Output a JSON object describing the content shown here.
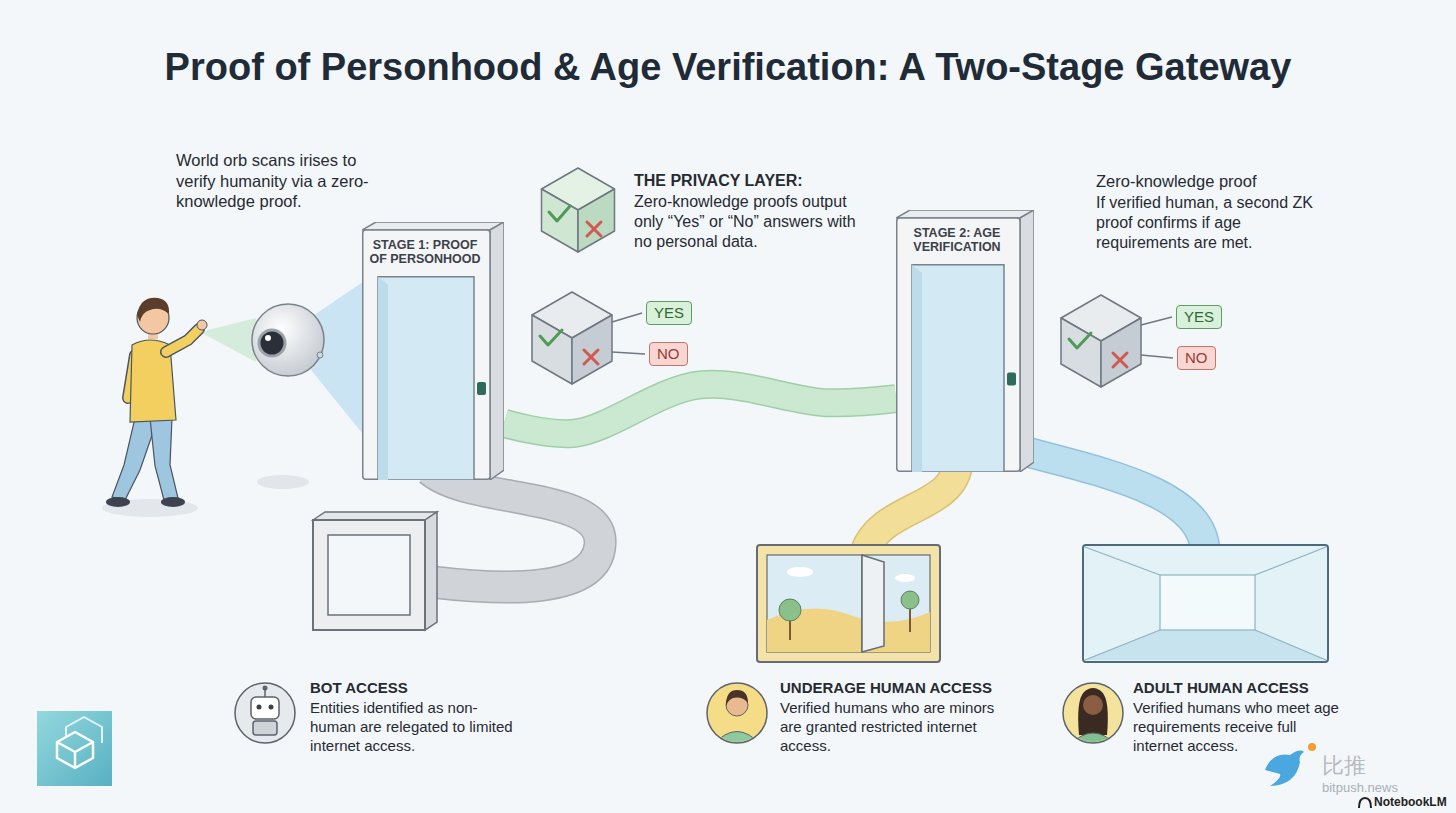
{
  "diagram": {
    "title": "Proof of Personhood & Age Verification: A Two-Stage Gateway",
    "nodes": [
      {
        "text": [
          "STAGE 1: PROOF OF PERSONHOOD"
        ]
      },
      {
        "text": [
          "YES"
        ]
      },
      {
        "text": [
          "NO"
        ]
      },
      {
        "text": [
          "STAGE 2: AGE VERIFICATION"
        ]
      },
      {
        "text": [
          "YES"
        ]
      },
      {
        "text": [
          "NO"
        ]
      }
    ],
    "edges": [
      {
        "from": 0,
        "to": 3,
        "arrow": "none"
      }
    ],
    "labels": [
      "World orb scans irises to verify humanity via a zero-knowledge proof.",
      "THE PRIVACY LAYER:",
      "Zero-knowledge proofs output only “Yes” or “No” answers with no personal data.",
      "Zero-knowledge proof",
      "If verified human, a second ZK proof confirms if age requirements are met.",
      "BOT ACCESS",
      "Entities identified as non-human are relegated to limited internet access.",
      "UNDERAGE HUMAN ACCESS",
      "Verified humans who are minors are granted restricted internet access.",
      "ADULT HUMAN ACCESS",
      "Verified humans who meet age requirements receive full internet access.",
      "比推",
      "bitpush.news",
      "NotebookLM"
    ]
  }
}
